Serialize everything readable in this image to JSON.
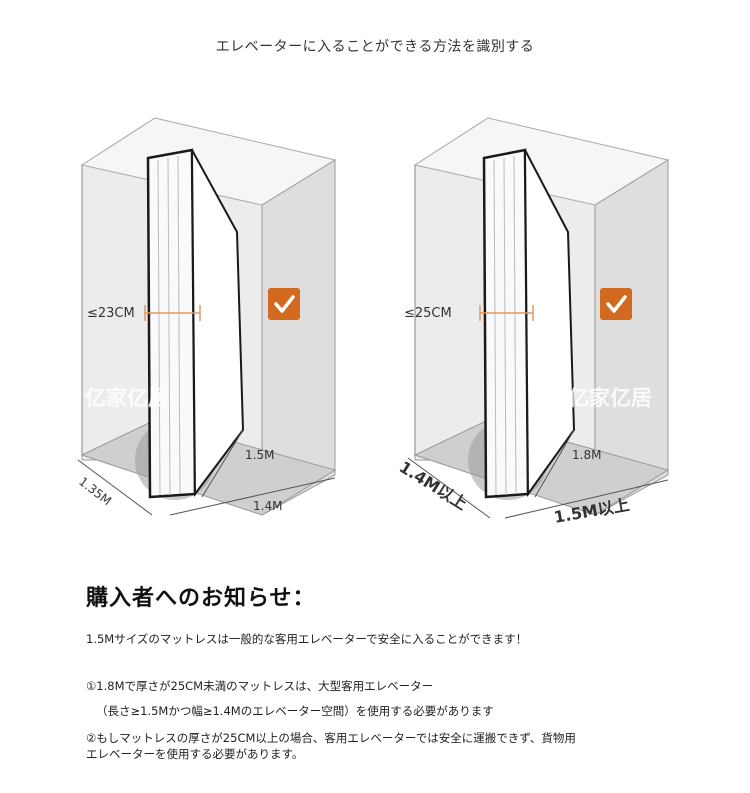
{
  "title": "エレベーターに入ることができる方法を識別する",
  "diagram_left": {
    "thickness": "≤23CM",
    "height": "1.5M",
    "depth": "1.35M",
    "width": "1.4M",
    "watermark": "亿家亿居"
  },
  "diagram_right": {
    "thickness": "≤25CM",
    "height": "1.8M",
    "depth": "1.4M以上",
    "width": "1.5M以上",
    "watermark": "亿家亿居"
  },
  "notice": {
    "heading": "購入者へのお知らせ：",
    "line1": "1.5Mサイズのマットレスは一般的な客用エレベーターで安全に入ることができます！",
    "line2": "①1.8Mで厚さが25CM未満のマットレスは、大型客用エレベーター",
    "line3": "（長さ≥1.5Mかつ幅≥1.4Mのエレベーター空間）を使用する必要があります",
    "line4": "②もしマットレスの厚さが25CM以上の場合、客用エレベーターでは安全に運搬できず、貨物用",
    "line5": "エレベーターを使用する必要があります。"
  },
  "colors": {
    "check_badge": "#d2691e",
    "dimension_line": "#e09a60",
    "room_fill": "#e8e8e8",
    "mattress_edge": "#1a1a1a"
  },
  "icons": [
    "check-icon"
  ]
}
